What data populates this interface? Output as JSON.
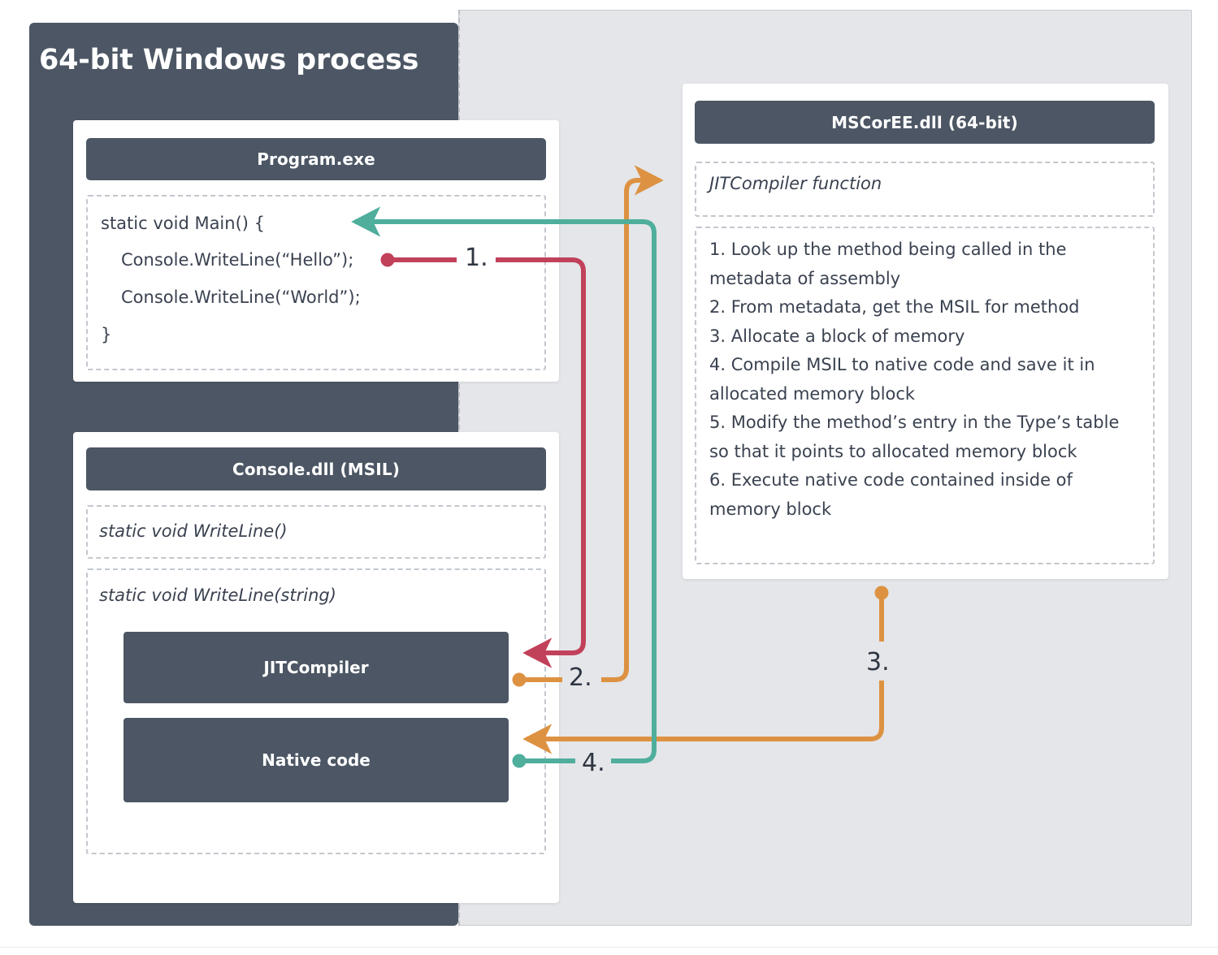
{
  "diagram": {
    "title": "64-bit Windows process",
    "colors": {
      "panel_dark": "#4c5664",
      "panel_gray": "#e4e6e9",
      "arrow_red": "#c2415a",
      "arrow_orange": "#dd9242",
      "arrow_teal": "#4fae9c",
      "text_dark": "#3a4250"
    }
  },
  "program": {
    "header": "Program.exe",
    "code": [
      "static void Main() {",
      "Console.WriteLine(“Hello”);",
      "Console.WriteLine(“World”);",
      "}"
    ]
  },
  "console_dll": {
    "header": "Console.dll (MSIL)",
    "signature_1": "static void WriteLine()",
    "signature_2": "static void WriteLine(string)",
    "jit_box": "JITCompiler",
    "native_box": "Native code"
  },
  "mscoree": {
    "header": "MSCorEE.dll (64-bit)",
    "function": "JITCompiler function",
    "steps": [
      "1. Look up the method being called in the metadata of assembly",
      "2. From metadata, get the MSIL for method",
      "3. Allocate a block of memory",
      "4. Compile MSIL to native code and save it in allocated memory block",
      "5. Modify the method’s entry in the Type’s table so that it points to allocated memory block",
      "6. Execute native code contained inside of memory block"
    ]
  },
  "flow_labels": {
    "step1": "1.",
    "step2": "2.",
    "step3": "3.",
    "step4": "4."
  }
}
